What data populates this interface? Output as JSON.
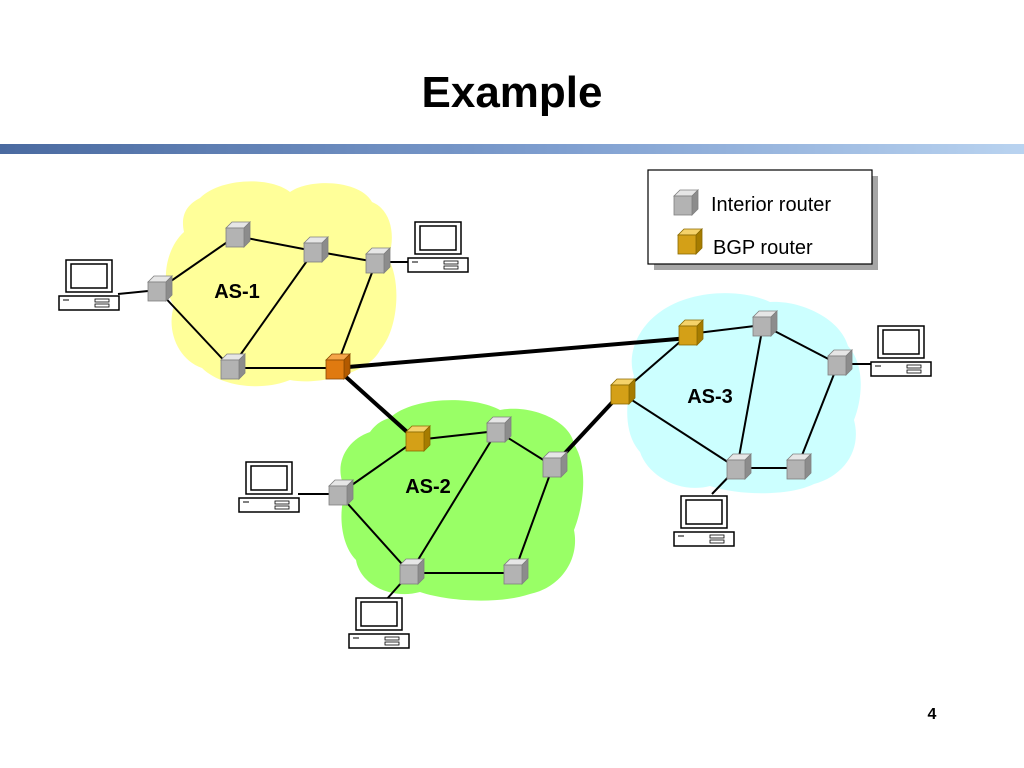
{
  "slide": {
    "title": "Example",
    "page_number": "4"
  },
  "legend": {
    "interior_router": "Interior router",
    "bgp_router": "BGP router"
  },
  "autonomous_systems": [
    {
      "id": "as1",
      "label": "AS-1",
      "fill": "#ffff99"
    },
    {
      "id": "as2",
      "label": "AS-2",
      "fill": "#99ff66"
    },
    {
      "id": "as3",
      "label": "AS-3",
      "fill": "#ccffff"
    }
  ],
  "colors": {
    "interior_router": "#b3b3b3",
    "bgp_router_as1": "#e07a10",
    "bgp_router": "#d4a017",
    "link": "#000000"
  },
  "icons": {
    "router": "router-cube-icon",
    "host": "desktop-computer-icon"
  }
}
